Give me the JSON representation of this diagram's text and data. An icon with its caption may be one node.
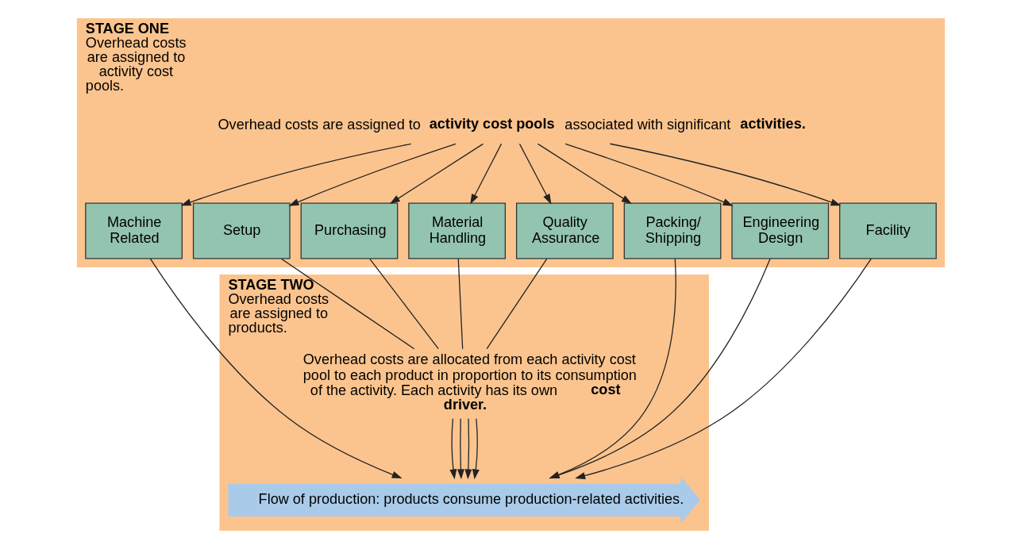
{
  "diagram": {
    "nodes": [
      {
        "text": [
          "STAGE ONE",
          "Overhead costs are assigned to activity cost pools."
        ]
      },
      {
        "text": [
          "Overhead costs are assigned to **activity cost pools** associated with significant **activities.**"
        ],
        "in": 0
      },
      {
        "text": [
          "Machine Related"
        ],
        "in": 0
      },
      {
        "text": [
          "Setup"
        ],
        "in": 0
      },
      {
        "text": [
          "Purchasing"
        ],
        "in": 0
      },
      {
        "text": [
          "Material Handling"
        ],
        "in": 0
      },
      {
        "text": [
          "Quality Assurance"
        ],
        "in": 0
      },
      {
        "text": [
          "Packing/ Shipping"
        ],
        "in": 0
      },
      {
        "text": [
          "Engineering Design"
        ],
        "in": 0
      },
      {
        "text": [
          "Facility"
        ],
        "in": 0
      },
      {
        "text": [
          "STAGE TWO",
          "Overhead costs are assigned to products."
        ]
      },
      {
        "text": [
          "Overhead costs are allocated from each activity cost pool to each product in proportion to its consumption of the activity. Each activity has its own **cost driver.**"
        ],
        "in": 10
      },
      {
        "text": [
          "Flow of production: products consume production-related activities."
        ],
        "in": 10
      }
    ],
    "edges": [
      {
        "from": 1,
        "to": 2,
        "arrow": "to"
      },
      {
        "from": 1,
        "to": 3,
        "arrow": "to"
      },
      {
        "from": 1,
        "to": 4,
        "arrow": "to"
      },
      {
        "from": 1,
        "to": 5,
        "arrow": "to"
      },
      {
        "from": 1,
        "to": 6,
        "arrow": "to"
      },
      {
        "from": 1,
        "to": 7,
        "arrow": "to"
      },
      {
        "from": 1,
        "to": 8,
        "arrow": "to"
      },
      {
        "from": 1,
        "to": 9,
        "arrow": "to"
      },
      {
        "from": 2,
        "to": 12,
        "arrow": "to"
      },
      {
        "from": 3,
        "to": 11,
        "arrow": "none"
      },
      {
        "from": 4,
        "to": 11,
        "arrow": "none"
      },
      {
        "from": 5,
        "to": 11,
        "arrow": "none"
      },
      {
        "from": 6,
        "to": 11,
        "arrow": "none"
      },
      {
        "from": 11,
        "to": 12,
        "arrow": "to"
      },
      {
        "from": 11,
        "to": 12,
        "arrow": "to"
      },
      {
        "from": 11,
        "to": 12,
        "arrow": "to"
      },
      {
        "from": 11,
        "to": 12,
        "arrow": "to"
      },
      {
        "from": 7,
        "to": 12,
        "arrow": "to"
      },
      {
        "from": 8,
        "to": 12,
        "arrow": "to"
      },
      {
        "from": 9,
        "to": 12,
        "arrow": "to"
      }
    ]
  }
}
